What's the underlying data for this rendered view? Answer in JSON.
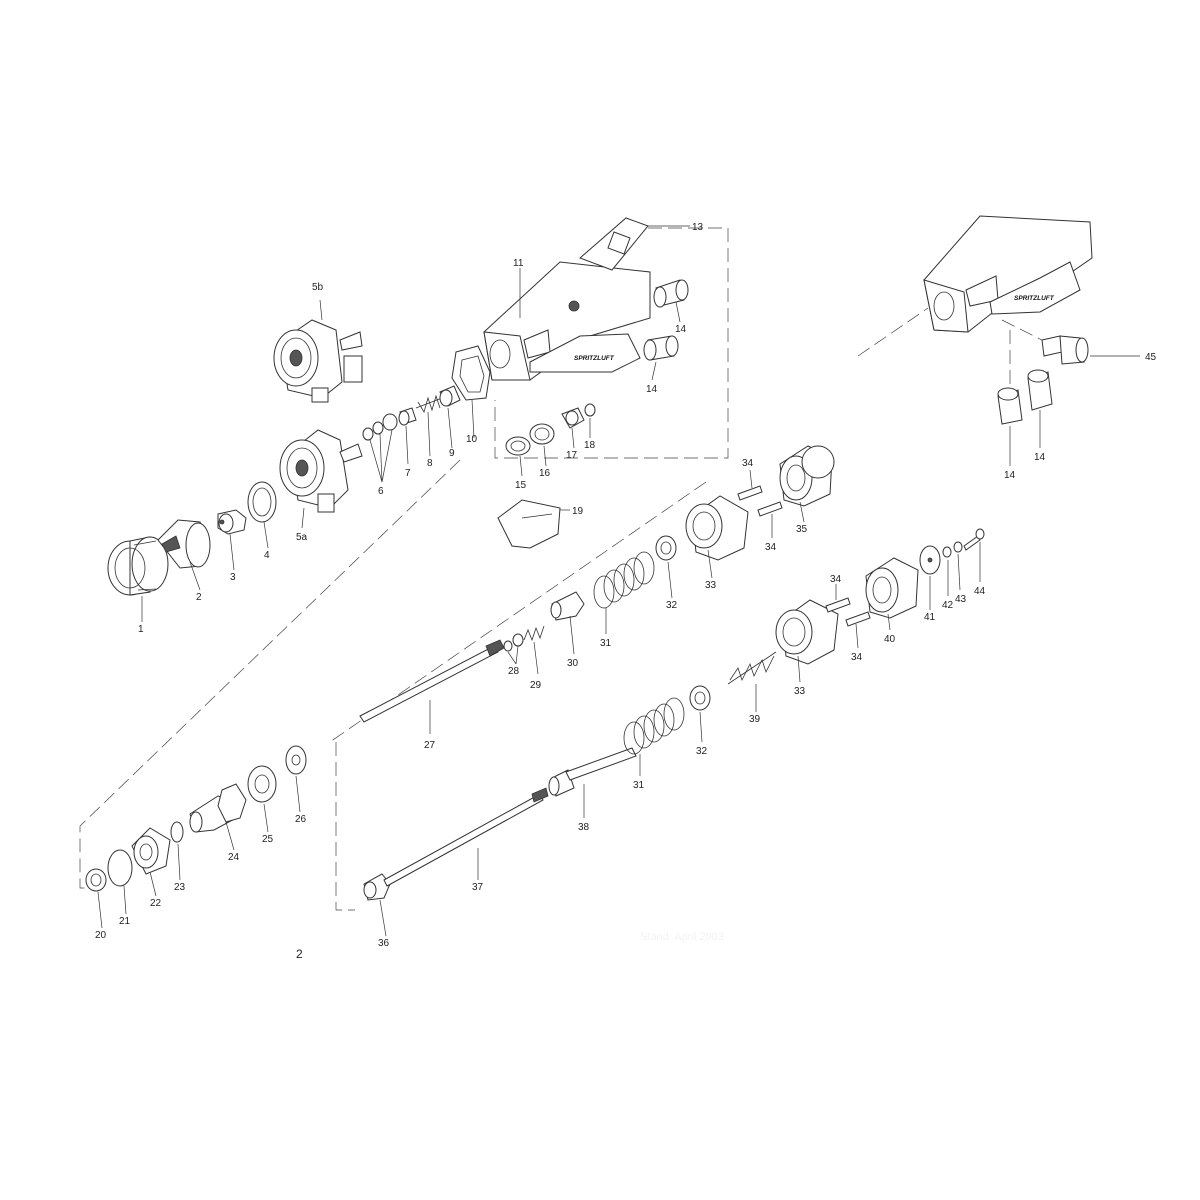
{
  "brand_label": "SPRITZLUFT",
  "page_number": "2",
  "faded_date": "Stand: April 2003",
  "labels": {
    "p1": "1",
    "p2": "2",
    "p3": "3",
    "p4": "4",
    "p5a": "5a",
    "p5b": "5b",
    "p6": "6",
    "p7": "7",
    "p8": "8",
    "p9": "9",
    "p10": "10",
    "p11": "11",
    "p13": "13",
    "p14a": "14",
    "p14b": "14",
    "p14c": "14",
    "p14d": "14",
    "p15": "15",
    "p16": "16",
    "p17": "17",
    "p18": "18",
    "p19": "19",
    "p20": "20",
    "p21": "21",
    "p22": "22",
    "p23": "23",
    "p24": "24",
    "p25": "25",
    "p26": "26",
    "p27": "27",
    "p28": "28",
    "p29": "29",
    "p30": "30",
    "p31a": "31",
    "p31b": "31",
    "p32a": "32",
    "p32b": "32",
    "p33a": "33",
    "p33b": "33",
    "p34a": "34",
    "p34b": "34",
    "p34c": "34",
    "p34d": "34",
    "p35": "35",
    "p36": "36",
    "p37": "37",
    "p38": "38",
    "p39": "39",
    "p40": "40",
    "p41": "41",
    "p42": "42",
    "p43": "43",
    "p44": "44",
    "p45": "45"
  }
}
